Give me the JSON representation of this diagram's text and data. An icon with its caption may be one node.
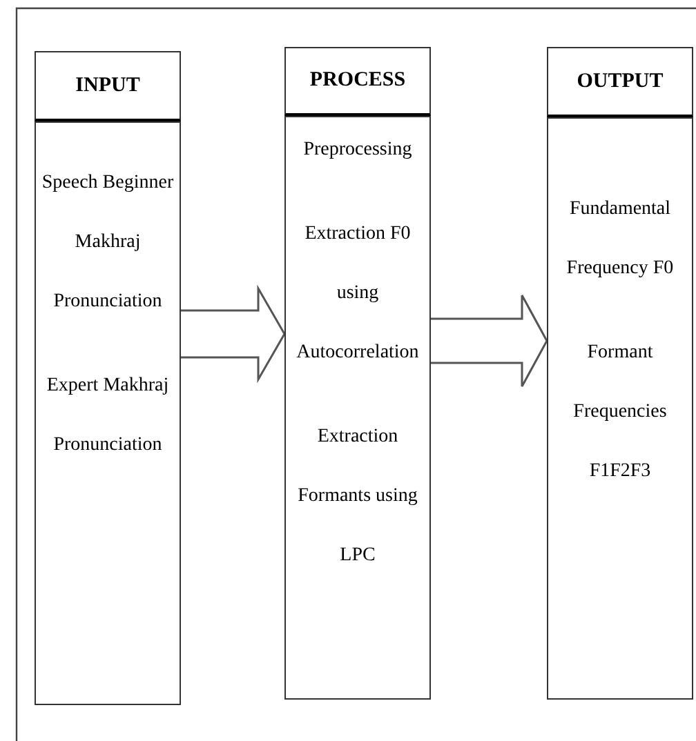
{
  "diagram": {
    "nodes": [
      {
        "text": [
          "INPUT"
        ]
      },
      {
        "text": [
          "Speech Beginner Makhraj Pronunciation",
          "Expert Makhraj Pronunciation"
        ]
      },
      {
        "text": [
          "PROCESS"
        ]
      },
      {
        "text": [
          "Preprocessing",
          "Extraction F0 using Autocorrelation",
          "Extraction Formants using LPC"
        ]
      },
      {
        "text": [
          "OUTPUT"
        ]
      },
      {
        "text": [
          "Fundamental Frequency F0",
          "Formant Frequencies F1F2F3"
        ]
      }
    ],
    "edges": [
      {
        "from": 1,
        "to": 3,
        "arrow": "to"
      },
      {
        "from": 3,
        "to": 5,
        "arrow": "to"
      }
    ]
  }
}
